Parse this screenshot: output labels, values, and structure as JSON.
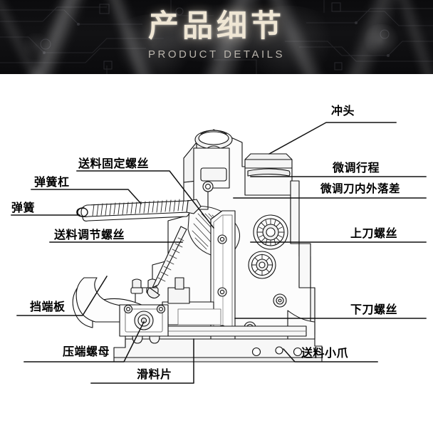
{
  "banner": {
    "title": "产品细节",
    "subtitle": "PRODUCT DETAILS",
    "title_color": "#efe6d4",
    "subtitle_color": "#b9b4ac",
    "background_color": "#0b0b0d"
  },
  "diagram": {
    "subject": "terminal crimping machine line drawing",
    "line_color": "#000000",
    "fill_color": "#ffffff",
    "labels": [
      {
        "id": "chongtou",
        "text": "冲头",
        "side": "right"
      },
      {
        "id": "weitiao-xingcheng",
        "text": "微调行程",
        "side": "right"
      },
      {
        "id": "weitiao-luocha",
        "text": "微调刀内外落差",
        "side": "right"
      },
      {
        "id": "shangdao-luosi",
        "text": "上刀螺丝",
        "side": "right"
      },
      {
        "id": "xiadao-luosi",
        "text": "下刀螺丝",
        "side": "right"
      },
      {
        "id": "songliao-xiaozhua",
        "text": "送料小爪",
        "side": "right"
      },
      {
        "id": "songliao-guding",
        "text": "送料固定螺丝",
        "side": "left"
      },
      {
        "id": "tanhuanggang",
        "text": "弹簧杠",
        "side": "left"
      },
      {
        "id": "tanhuang",
        "text": "弹簧",
        "side": "left"
      },
      {
        "id": "songliao-tiaojie",
        "text": "送料调节螺丝",
        "side": "left"
      },
      {
        "id": "dangduanban",
        "text": "挡端板",
        "side": "left"
      },
      {
        "id": "yaduan-luomu",
        "text": "压端螺母",
        "side": "left"
      },
      {
        "id": "hualiaopian",
        "text": "滑料片",
        "side": "left"
      }
    ]
  }
}
